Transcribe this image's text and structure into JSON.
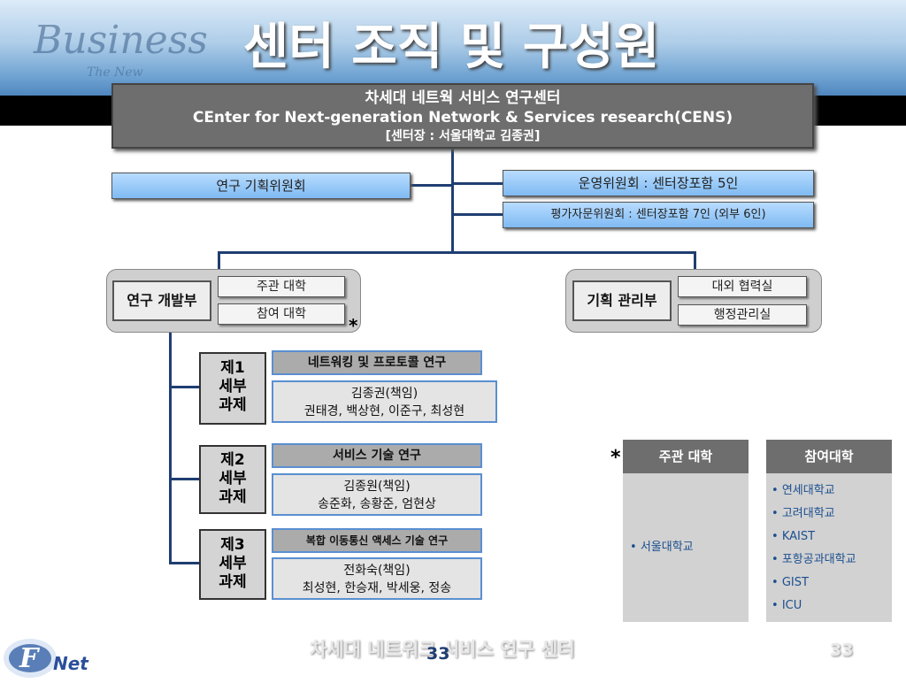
{
  "title": "센터 조직 및 구성원",
  "watermark": {
    "main": "Business",
    "sub": "The New"
  },
  "center": {
    "name_ko": "차세대 네트웍 서비스 연구센터",
    "name_en": "CEnter for Next-generation Network & Services research(CENS)",
    "director": "[센터장 : 서울대학교 김종권]"
  },
  "committees": {
    "research_planning": "연구 기획위원회",
    "operating": "운영위원회 : 센터장포함 5인",
    "evaluation": "평가자문위원회 : 센터장포함 7인 (외부 6인)"
  },
  "rnd": {
    "label": "연구 개발부",
    "host_univ": "주관 대학",
    "participating_univ": "참여 대학",
    "asterisk": "*"
  },
  "planning": {
    "label": "기획 관리부",
    "external": "대외 협력실",
    "admin": "행정관리실"
  },
  "tasks": [
    {
      "label": "제1\n세부\n과제",
      "topic": "네트워킹 및 프로토콜 연구",
      "lead": "김종권(책임)",
      "members": "권태경, 백상현, 이준구, 최성현"
    },
    {
      "label": "제2\n세부\n과제",
      "topic": "서비스 기술 연구",
      "lead": "김종원(책임)",
      "members": "송준화, 송황준, 엄현상"
    },
    {
      "label": "제3\n세부\n과제",
      "topic": "복합 이동통신 액세스 기술 연구",
      "lead": "전화숙(책임)",
      "members": "최성현, 한승재, 박세웅, 정송"
    }
  ],
  "universities": {
    "asterisk": "*",
    "host_header": "주관 대학",
    "host_list": [
      "서울대학교"
    ],
    "participating_header": "참여대학",
    "participating_list": [
      "연세대학교",
      "고려대학교",
      "KAIST",
      "포항공과대학교",
      "GIST",
      "ICU"
    ]
  },
  "footer": {
    "logo_text": "Net",
    "center_name": "차세대 네트워크 서비스 연구 센터",
    "page_left": "33",
    "page_right": "33"
  },
  "colors": {
    "connector": "#1f3e72",
    "blue_bar": "#7fbaf2",
    "gray_box": "#6e6e6e",
    "bullet_text": "#1a4e8f"
  }
}
